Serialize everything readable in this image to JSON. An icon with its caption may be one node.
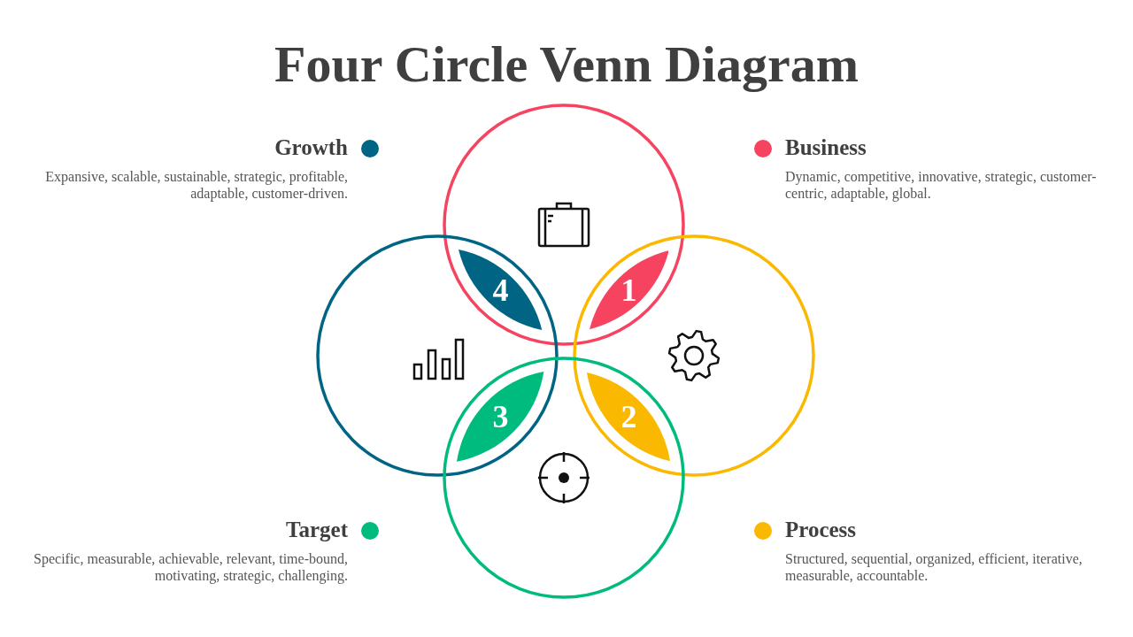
{
  "diagram": {
    "title": "Four Circle Venn Diagram",
    "nodes": [
      {
        "text": [],
        "shape": "circle"
      },
      {
        "text": [],
        "shape": "circle"
      },
      {
        "text": [],
        "shape": "circle"
      },
      {
        "text": [],
        "shape": "circle"
      },
      {
        "text": [
          "4"
        ]
      },
      {
        "text": [
          "1"
        ]
      },
      {
        "text": [
          "3"
        ]
      },
      {
        "text": [
          "2"
        ]
      }
    ],
    "edges": [],
    "labels": [
      "Expansive, scalable, sustainable, strategic, profitable, adaptable, customer-driven.",
      "Dynamic, competitive, innovative, strategic, customer-centric, adaptable, global.",
      "Specific, measurable, achievable, relevant, time-bound, motivating, strategic, challenging.",
      "Structured, sequential, organized, efficient, iterative, measurable, accountable."
    ],
    "legend": [
      {
        "text": "Growth",
        "color": "#006584"
      },
      {
        "text": "Business",
        "color": "#f64460"
      },
      {
        "text": "Target",
        "color": "#00bb7e"
      },
      {
        "text": "Process",
        "color": "#fbb800"
      }
    ]
  }
}
